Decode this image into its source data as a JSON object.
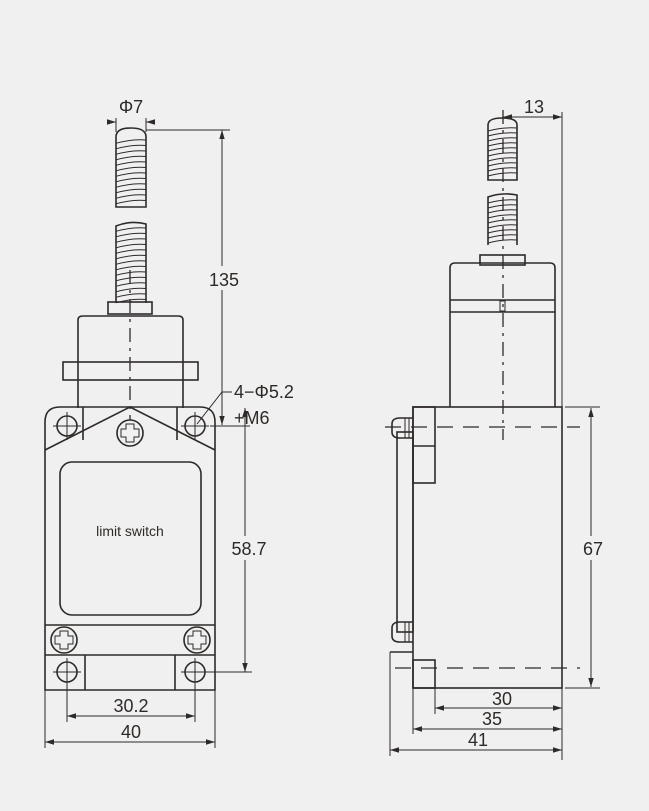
{
  "front_view": {
    "label": "limit switch",
    "dims": {
      "rod_diameter": "Φ7",
      "height_total": "135",
      "mount_holes": "4−Φ5.2",
      "thread": "+M6",
      "hole_spacing_vertical": "58.7",
      "hole_spacing_horizontal": "30.2",
      "width": "40"
    }
  },
  "side_view": {
    "dims": {
      "offset": "13",
      "height": "67",
      "depth_inner": "30",
      "depth_body": "35",
      "depth_total": "41"
    }
  }
}
